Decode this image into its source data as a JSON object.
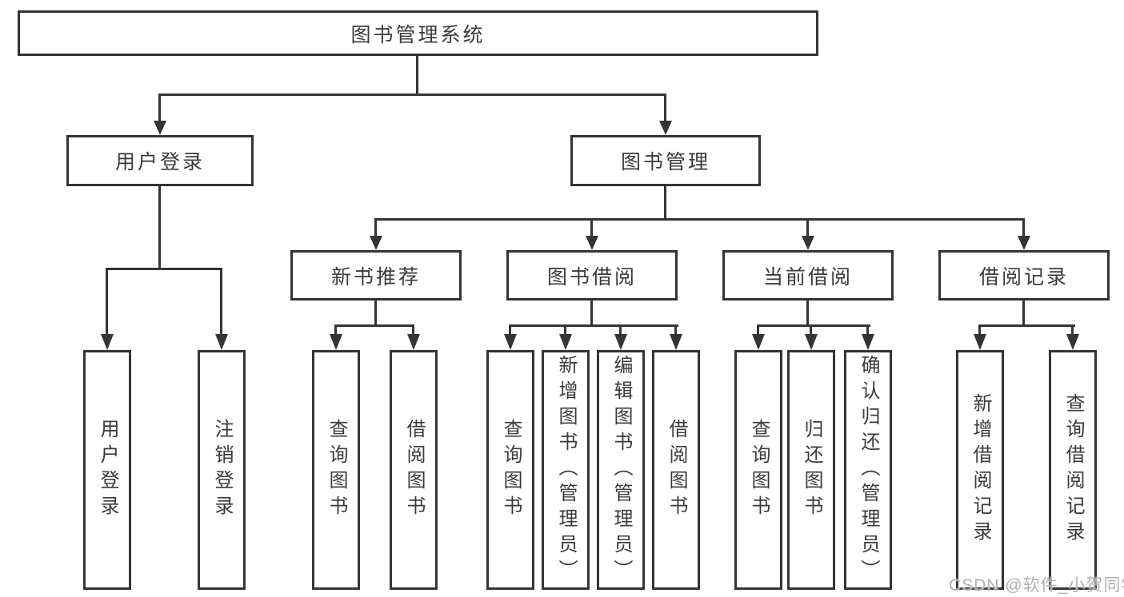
{
  "diagram": {
    "root": {
      "label": "图书管理系统"
    },
    "branches": [
      {
        "label": "用户登录",
        "children": [
          {
            "label": "用户登录"
          },
          {
            "label": "注销登录"
          }
        ]
      },
      {
        "label": "图书管理",
        "sections": [
          {
            "label": "新书推荐",
            "children": [
              {
                "label": "查询图书"
              },
              {
                "label": "借阅图书"
              }
            ]
          },
          {
            "label": "图书借阅",
            "children": [
              {
                "label": "查询图书"
              },
              {
                "label": "新增图书（管理员）"
              },
              {
                "label": "编辑图书（管理员）"
              },
              {
                "label": "借阅图书"
              }
            ]
          },
          {
            "label": "当前借阅",
            "children": [
              {
                "label": "查询图书"
              },
              {
                "label": "归还图书"
              },
              {
                "label": "确认归还（管理员）"
              }
            ]
          },
          {
            "label": "借阅记录",
            "children": [
              {
                "label": "新增借阅记录"
              },
              {
                "label": "查询借阅记录"
              }
            ]
          }
        ]
      }
    ]
  },
  "watermark": {
    "text": "CSDN @软件_小贺同学"
  },
  "colors": {
    "line": "#343434",
    "text": "#3b3b3b",
    "watermark": "#b0b0b0",
    "background": "#ffffff"
  }
}
